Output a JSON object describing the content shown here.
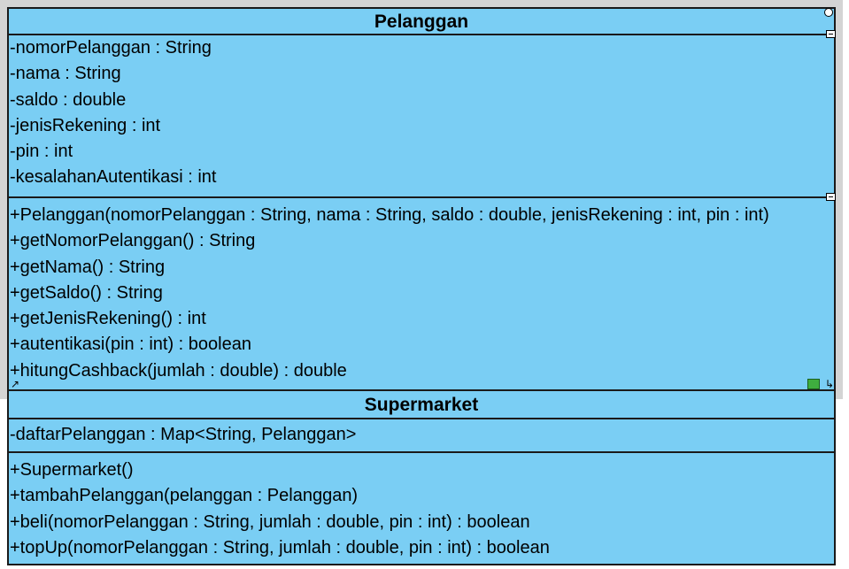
{
  "classes": [
    {
      "name": "Pelanggan",
      "attributes": [
        "-nomorPelanggan : String",
        "-nama : String",
        "-saldo : double",
        "-jenisRekening : int",
        "-pin : int",
        "-kesalahanAutentikasi : int"
      ],
      "operations": [
        "+Pelanggan(nomorPelanggan : String, nama : String, saldo : double, jenisRekening : int, pin : int)",
        "+getNomorPelanggan() : String",
        "+getNama() : String",
        "+getSaldo() : String",
        "+getJenisRekening() : int",
        "+autentikasi(pin : int) : boolean",
        "+hitungCashback(jumlah : double) : double"
      ]
    },
    {
      "name": "Supermarket",
      "attributes": [
        "-daftarPelanggan : Map<String, Pelanggan>"
      ],
      "operations": [
        "+Supermarket()",
        "+tambahPelanggan(pelanggan : Pelanggan)",
        "+beli(nomorPelanggan : String, jumlah : double, pin : int) : boolean",
        "+topUp(nomorPelanggan : String, jumlah : double, pin : int) : boolean"
      ]
    }
  ],
  "colors": {
    "class_fill": "#7acef4",
    "border": "#1a1a1a",
    "selection_frame": "#d4d4d4"
  },
  "icons": [
    "resize-handle-icon",
    "collapse-icon",
    "model-icon",
    "corner-link-icon",
    "navigate-icon"
  ]
}
